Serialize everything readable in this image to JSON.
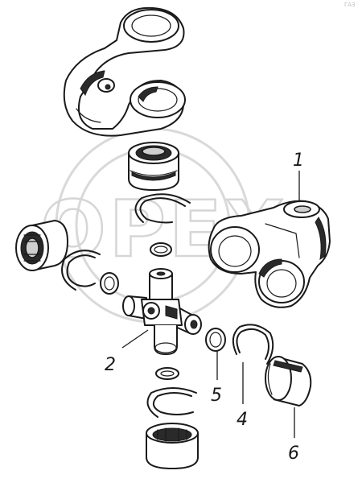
{
  "diagram": {
    "callouts": [
      {
        "id": "1",
        "part": "yoke"
      },
      {
        "id": "2",
        "part": "cross-spider"
      },
      {
        "id": "4",
        "part": "retaining-ring"
      },
      {
        "id": "5",
        "part": "seal-ring"
      },
      {
        "id": "6",
        "part": "bearing-cup"
      }
    ]
  },
  "watermark": {
    "text": "OPEX",
    "visible": true
  },
  "corner_mark": "ГАЗ"
}
